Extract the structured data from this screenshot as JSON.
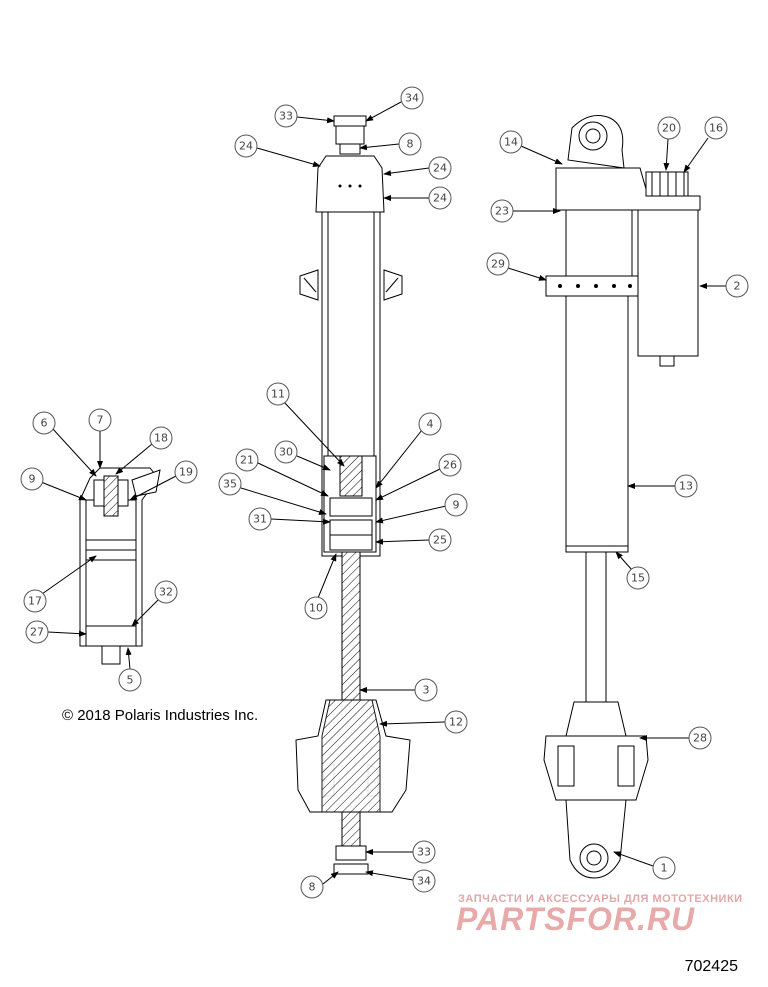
{
  "copyright": "© 2018 Polaris Industries Inc.",
  "figure_number": "702425",
  "watermark": {
    "tagline": "ЗАПЧАСТИ И АКСЕССУАРЫ ДЛЯ МОТОТЕХНИКИ",
    "brand": "PARTSFOR.RU"
  },
  "callouts": [
    {
      "id": "c33a",
      "label": "33"
    },
    {
      "id": "c34a",
      "label": "34"
    },
    {
      "id": "c8a",
      "label": "8"
    },
    {
      "id": "c24a",
      "label": "24"
    },
    {
      "id": "c24b",
      "label": "24"
    },
    {
      "id": "c24c",
      "label": "24"
    },
    {
      "id": "c11",
      "label": "11"
    },
    {
      "id": "c4",
      "label": "4"
    },
    {
      "id": "c30",
      "label": "30"
    },
    {
      "id": "c21",
      "label": "21"
    },
    {
      "id": "c26",
      "label": "26"
    },
    {
      "id": "c35",
      "label": "35"
    },
    {
      "id": "c9a",
      "label": "9"
    },
    {
      "id": "c31",
      "label": "31"
    },
    {
      "id": "c25",
      "label": "25"
    },
    {
      "id": "c10",
      "label": "10"
    },
    {
      "id": "c3",
      "label": "3"
    },
    {
      "id": "c12",
      "label": "12"
    },
    {
      "id": "c33b",
      "label": "33"
    },
    {
      "id": "c8b",
      "label": "8"
    },
    {
      "id": "c34b",
      "label": "34"
    },
    {
      "id": "c14",
      "label": "14"
    },
    {
      "id": "c20",
      "label": "20"
    },
    {
      "id": "c16",
      "label": "16"
    },
    {
      "id": "c23",
      "label": "23"
    },
    {
      "id": "c29",
      "label": "29"
    },
    {
      "id": "c2",
      "label": "2"
    },
    {
      "id": "c13",
      "label": "13"
    },
    {
      "id": "c15",
      "label": "15"
    },
    {
      "id": "c28",
      "label": "28"
    },
    {
      "id": "c1",
      "label": "1"
    },
    {
      "id": "c6",
      "label": "6"
    },
    {
      "id": "c7",
      "label": "7"
    },
    {
      "id": "c18",
      "label": "18"
    },
    {
      "id": "c9b",
      "label": "9"
    },
    {
      "id": "c19",
      "label": "19"
    },
    {
      "id": "c17",
      "label": "17"
    },
    {
      "id": "c32",
      "label": "32"
    },
    {
      "id": "c27",
      "label": "27"
    },
    {
      "id": "c5",
      "label": "5"
    }
  ]
}
